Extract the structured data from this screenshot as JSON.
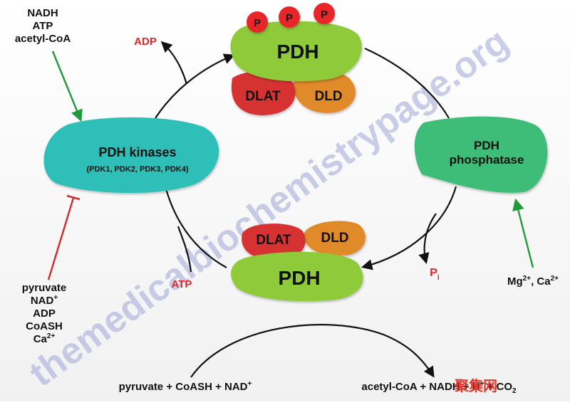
{
  "top_left_activators": [
    "NADH",
    "ATP",
    "acetyl-CoA"
  ],
  "left_inhibitors": {
    "pyruvate": "pyruvate",
    "nad": "NAD",
    "nad_sup": "+",
    "adp": "ADP",
    "coash": "CoASH",
    "ca": "Ca",
    "ca_sup": "2+"
  },
  "kinase": {
    "title": "PDH kinases",
    "subtitle": "(PDK1, PDK2, PDK3, PDK4)"
  },
  "phosphatase": {
    "line1": "PDH",
    "line2": "phosphatase"
  },
  "phosphatase_activators": {
    "mg": "Mg",
    "mg_sup": "2+",
    "sep": ", ",
    "ca": "Ca",
    "ca_sup": "2+"
  },
  "top_complex": {
    "phospho_label": "P",
    "pdh": "PDH",
    "dlat": "DLAT",
    "dld": "DLD"
  },
  "bottom_complex": {
    "pdh": "PDH",
    "dlat": "DLAT",
    "dld": "DLD"
  },
  "adp_label": "ADP",
  "atp_label": "ATP",
  "pi_label": "P",
  "pi_sub": "i",
  "reaction": {
    "substrates": "pyruvate + CoASH + NAD",
    "substrates_sup": "+",
    "products": "acetyl-CoA + NADH + H",
    "products_sup": "+",
    "products_tail": " + CO",
    "products_sub": "2"
  },
  "watermark": "themedicalbiochemistrypage.org",
  "corner_logo": "聚集网",
  "colors": {
    "pdh_green": "#8fca3b",
    "dlat_red": "#d63232",
    "dld_orange": "#e08a2b",
    "phospho_red": "#e8262c",
    "kinase_teal": "#2fc0b8",
    "phosphatase_green": "#3dbd78",
    "activator_arrow": "#1e9a3a",
    "inhibitor_line": "#d42a2a",
    "label_red": "#e0262b"
  }
}
